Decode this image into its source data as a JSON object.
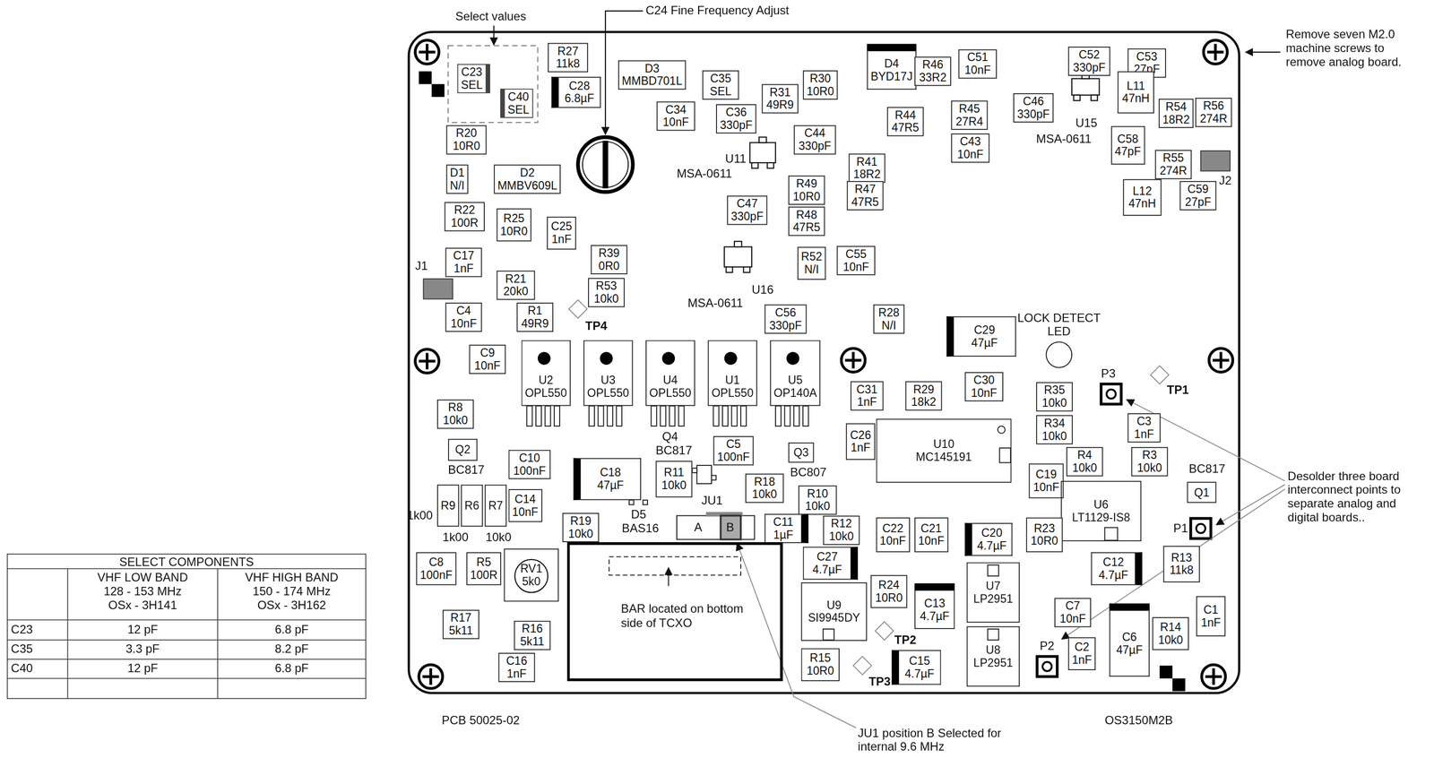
{
  "diagram": {
    "nodes": [
      {
        "text": [
          "C23",
          "SEL"
        ]
      },
      {
        "text": [
          "C40",
          "SEL"
        ]
      },
      {
        "text": [
          "R27",
          "11k8"
        ]
      },
      {
        "text": [
          "C28",
          "6.8µF"
        ]
      },
      {
        "text": [
          "D3",
          "MMBD701L"
        ]
      },
      {
        "text": [
          "C35",
          "SEL"
        ]
      },
      {
        "text": [
          "R30",
          "10R0"
        ]
      },
      {
        "text": [
          "D4",
          "BYD17J"
        ]
      },
      {
        "text": [
          "R46",
          "33R2"
        ]
      },
      {
        "text": [
          "C51",
          "10nF"
        ]
      },
      {
        "text": [
          "C52",
          "330pF"
        ]
      },
      {
        "text": [
          "C53",
          "27pF"
        ]
      },
      {
        "text": [
          "C34",
          "10nF"
        ]
      },
      {
        "text": [
          "C36",
          "330pF"
        ]
      },
      {
        "text": [
          "R31",
          "49R9"
        ]
      },
      {
        "text": [
          "R44",
          "47R5"
        ]
      },
      {
        "text": [
          "R45",
          "27R4"
        ]
      },
      {
        "text": [
          "C46",
          "330pF"
        ]
      },
      {
        "text": [
          "L11",
          "47nH"
        ]
      },
      {
        "text": [
          "R54",
          "18R2"
        ]
      },
      {
        "text": [
          "R56",
          "274R"
        ]
      },
      {
        "text": [
          "C58",
          "47pF"
        ]
      },
      {
        "text": [
          "R55",
          "274R"
        ]
      },
      {
        "text": [
          "C44",
          "330pF"
        ]
      },
      {
        "text": [
          "C43",
          "10nF"
        ]
      },
      {
        "text": [
          "R20",
          "10R0"
        ]
      },
      {
        "text": [
          "D1",
          "N/I"
        ]
      },
      {
        "text": [
          "D2",
          "MMBV609L"
        ]
      },
      {
        "text": [
          "R41",
          "18R2"
        ]
      },
      {
        "text": [
          "R49",
          "10R0"
        ]
      },
      {
        "text": [
          "R47",
          "47R5"
        ]
      },
      {
        "text": [
          "C59",
          "27pF"
        ]
      },
      {
        "text": [
          "L12",
          "47nH"
        ]
      },
      {
        "text": [
          "R22",
          "100R"
        ]
      },
      {
        "text": [
          "R25",
          "10R0"
        ]
      },
      {
        "text": [
          "C25",
          "1nF"
        ]
      },
      {
        "text": [
          "C47",
          "330pF"
        ]
      },
      {
        "text": [
          "R48",
          "47R5"
        ]
      },
      {
        "text": [
          "C17",
          "1nF"
        ]
      },
      {
        "text": [
          "R39",
          "0R0"
        ]
      },
      {
        "text": [
          "R52",
          "N/I"
        ]
      },
      {
        "text": [
          "C55",
          "10nF"
        ]
      },
      {
        "text": [
          "R21",
          "20k0"
        ]
      },
      {
        "text": [
          "R53",
          "10k0"
        ]
      },
      {
        "text": [
          "C4",
          "10nF"
        ]
      },
      {
        "text": [
          "R1",
          "49R9"
        ]
      },
      {
        "text": [
          "C56",
          "330pF"
        ]
      },
      {
        "text": [
          "R28",
          "N/I"
        ]
      },
      {
        "text": [
          "C29",
          "47µF"
        ]
      },
      {
        "text": [
          "C9",
          "10nF"
        ]
      },
      {
        "text": [
          "U2",
          "OPL550"
        ]
      },
      {
        "text": [
          "U3",
          "OPL550"
        ]
      },
      {
        "text": [
          "U4",
          "OPL550"
        ]
      },
      {
        "text": [
          "U1",
          "OPL550"
        ]
      },
      {
        "text": [
          "U5",
          "OP140A"
        ]
      },
      {
        "text": [
          "C31",
          "1nF"
        ]
      },
      {
        "text": [
          "R29",
          "18k2"
        ]
      },
      {
        "text": [
          "C30",
          "10nF"
        ]
      },
      {
        "text": [
          "R35",
          "10k0"
        ]
      },
      {
        "text": [
          "R34",
          "10k0"
        ]
      },
      {
        "text": [
          "C3",
          "1nF"
        ]
      },
      {
        "text": [
          "R8",
          "10k0"
        ]
      },
      {
        "text": [
          "C26",
          "1nF"
        ]
      },
      {
        "text": [
          "U10",
          "MC145191"
        ]
      },
      {
        "text": [
          "C5",
          "100nF"
        ]
      },
      {
        "text": [
          "Q2"
        ]
      },
      {
        "text": [
          "Q3"
        ]
      },
      {
        "text": [
          "R4",
          "10k0"
        ]
      },
      {
        "text": [
          "R3",
          "10k0"
        ]
      },
      {
        "text": [
          "C10",
          "100nF"
        ]
      },
      {
        "text": [
          "C18",
          "47µF"
        ]
      },
      {
        "text": [
          "R11",
          "10k0"
        ]
      },
      {
        "text": [
          "R18",
          "10k0"
        ]
      },
      {
        "text": [
          "C19",
          "10nF"
        ]
      },
      {
        "text": [
          "U6",
          "LT1129-IS8"
        ]
      },
      {
        "text": [
          "Q1"
        ]
      },
      {
        "text": [
          "R10",
          "10k0"
        ]
      },
      {
        "text": [
          "R9"
        ]
      },
      {
        "text": [
          "R6"
        ]
      },
      {
        "text": [
          "R7"
        ]
      },
      {
        "text": [
          "C14",
          "10nF"
        ]
      },
      {
        "text": [
          "R19",
          "10k0"
        ]
      },
      {
        "text": [
          "C11",
          "1µF"
        ]
      },
      {
        "text": [
          "R12",
          "10k0"
        ]
      },
      {
        "text": [
          "C22",
          "10nF"
        ]
      },
      {
        "text": [
          "C21",
          "10nF"
        ]
      },
      {
        "text": [
          "C20",
          "4.7µF"
        ]
      },
      {
        "text": [
          "R23",
          "10R0"
        ]
      },
      {
        "text": [
          "C27",
          "4.7µF"
        ]
      },
      {
        "text": [
          "C12",
          "4.7µF"
        ]
      },
      {
        "text": [
          "R13",
          "11k8"
        ]
      },
      {
        "text": [
          "C8",
          "100nF"
        ]
      },
      {
        "text": [
          "R5",
          "100R"
        ]
      },
      {
        "text": [
          "RV1",
          "5k0"
        ]
      },
      {
        "text": [
          "BAR located on bottom side of TCXO"
        ]
      },
      {
        "text": [
          "U7",
          "LP2951"
        ]
      },
      {
        "text": [
          "R24",
          "10R0"
        ]
      },
      {
        "text": [
          "U9",
          "SI9945DY"
        ]
      },
      {
        "text": [
          "C13",
          "4.7µF"
        ]
      },
      {
        "text": [
          "C7",
          "10nF"
        ]
      },
      {
        "text": [
          "C6",
          "47µF"
        ]
      },
      {
        "text": [
          "C1",
          "1nF"
        ]
      },
      {
        "text": [
          "R14",
          "10k0"
        ]
      },
      {
        "text": [
          "R17",
          "5k11"
        ]
      },
      {
        "text": [
          "R16",
          "5k11"
        ]
      },
      {
        "text": [
          "U8",
          "LP2951"
        ]
      },
      {
        "text": [
          "C2",
          "1nF"
        ]
      },
      {
        "text": [
          "R15",
          "10R0"
        ]
      },
      {
        "text": [
          "C15",
          "4.7µF"
        ]
      },
      {
        "text": [
          "C16",
          "1nF"
        ]
      }
    ],
    "labels": [
      "Select values",
      "C24 Fine Frequency Adjust",
      "Remove seven M2.0 machine screws to remove analog board.",
      "J1",
      "J2",
      "U15",
      "MSA-0611",
      "U11",
      "MSA-0611",
      "U16",
      "MSA-0611",
      "TP4",
      "LOCK DETECT LED",
      "P3",
      "TP1",
      "Q4",
      "BC817",
      "BC817",
      "BC807",
      "BC817",
      "1k00",
      "1k00",
      "10k0",
      "JU1",
      "A",
      "B",
      "D5",
      "BAS16",
      "P1",
      "TP2",
      "P2",
      "TP3",
      "Desolder three board interconnect points to separate analog and digital boards..",
      "PCB 50025-02",
      "OS3150M2B",
      "JU1 position B Selected for internal 9.6 MHz",
      "SELECT COMPONENTS",
      "VHF LOW BAND 128 - 153 MHz OSx - 3H141",
      "VHF HIGH BAND 150 - 174 MHz OSx - 3H162",
      "C23",
      "12 pF",
      "6.8 pF",
      "C35",
      "3.3 pF",
      "8.2 pF",
      "C40",
      "12 pF",
      "6.8 pF"
    ]
  }
}
